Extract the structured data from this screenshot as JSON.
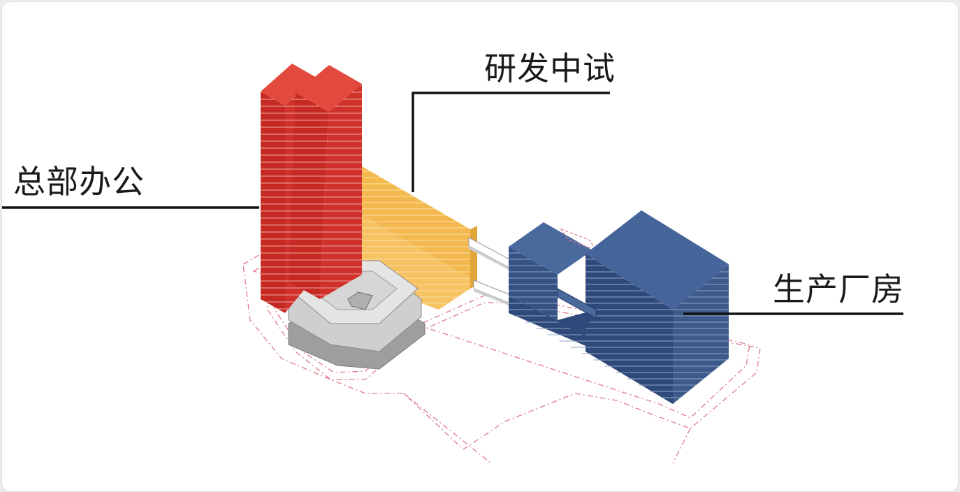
{
  "labels": {
    "headquarters": "总部办公",
    "rnd": "研发中试",
    "factory": "生产厂房"
  },
  "colors": {
    "headquarters": "#d1312b",
    "rnd": "#f4b94e",
    "factory": "#3d5a8a",
    "podium": "#bdbdbd",
    "site_boundary": "#e07a8a",
    "leader_line": "#111111"
  }
}
